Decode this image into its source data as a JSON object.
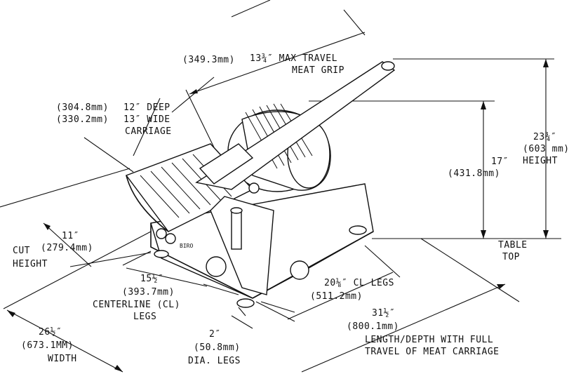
{
  "labels": {
    "max_travel_mm": "(349.3mm)",
    "max_travel_in": "13¾″ MAX TRAVEL",
    "meat_grip": "MEAT GRIP",
    "deep_mm": "(304.8mm)",
    "deep_in": "12″ DEEP",
    "wide_mm": "(330.2mm)",
    "wide_in": "13″ WIDE",
    "carriage": "CARRIAGE",
    "h17_in": "17″",
    "h17_mm": "(431.8mm)",
    "h23_in": "23¾″",
    "h23_mm": "(603 mm)",
    "height": "HEIGHT",
    "table": "TABLE",
    "top": "TOP",
    "cut_in": "11″",
    "cut": "CUT",
    "cut_mm": "(279.4mm)",
    "cut_height": "HEIGHT",
    "cl15_in": "15½″",
    "cl15_mm": "(393.7mm)",
    "centerline": "CENTERLINE (CL)",
    "legs": "LEGS",
    "cl20_in": "20⅛″ CL LEGS",
    "cl20_mm": "(511.2mm)",
    "len_in": "31½″",
    "len_mm": "(800.1mm)",
    "len_line1": "LENGTH/DEPTH WITH FULL",
    "len_line2": "TRAVEL OF MEAT CARRIAGE",
    "width_in": "26½″",
    "width_mm": "(673.1MM)",
    "width": "WIDTH",
    "dia_in": "2″",
    "dia_mm": "(50.8mm)",
    "dia_legs": "DIA. LEGS",
    "brand": "BIRO"
  }
}
